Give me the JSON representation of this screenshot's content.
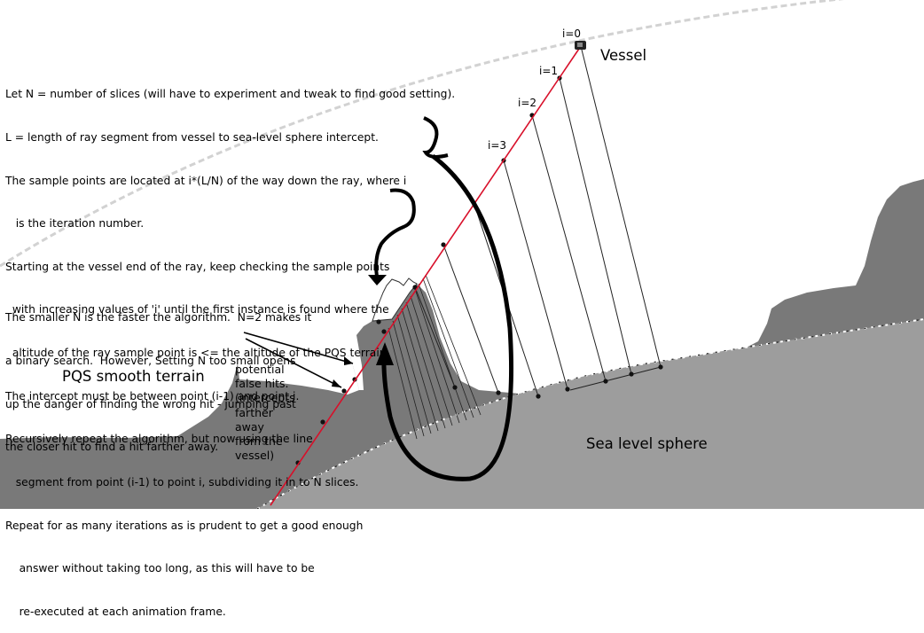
{
  "labels": {
    "vessel": "Vessel",
    "terrain": "PQS smooth terrain",
    "sea_level": "Sea level sphere",
    "i0": "i=0",
    "i1": "i=1",
    "i2": "i=2",
    "i3": "i=3",
    "false_hits": "potential\nfalse hits.\n(intercepts\nfarther\naway\nfrom the\nvessel)"
  },
  "algorithm": {
    "lines": [
      "Let N = number of slices (will have to experiment and tweak to find good setting).",
      "L = length of ray segment from vessel to sea-level sphere intercept.",
      "The sample points are located at i*(L/N) of the way down the ray, where i",
      "   is the iteration number.",
      "Starting at the vessel end of the ray, keep checking the sample points",
      "  with increasing values of 'i' until the first instance is found where the",
      "  altitude of the ray sample point is <= the altitude of the PQS terrain.",
      "The intercept must be between point (i-1) and point i.",
      "Recursively repeat the algorithm, but now using the line",
      "   segment from point (i-1) to point i, subdividing it in to N slices.",
      "Repeat for as many iterations as is prudent to get a good enough",
      "    answer without taking too long, as this will have to be",
      "    re-executed at each animation frame."
    ]
  },
  "note": {
    "lines": [
      "The smaller N is the faster the algorithm.  N=2 makes it",
      "a binary search.  However, Setting N too small opens",
      "up the danger of finding the wrong hit - jumping past",
      "the closer hit to find a hit farther away."
    ]
  },
  "colors": {
    "terrain_dark": "#797979",
    "sea_level": "#9d9d9d",
    "ray": "#d8102a",
    "orbit": "#d2d2d2"
  }
}
